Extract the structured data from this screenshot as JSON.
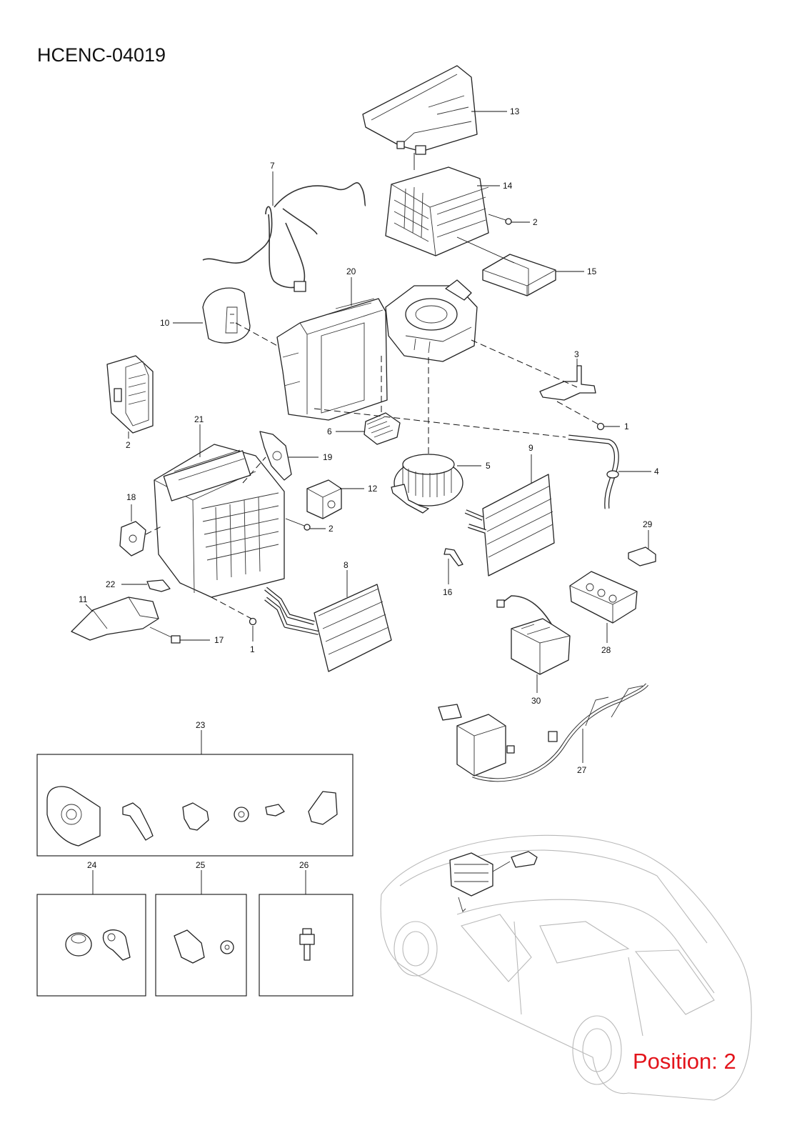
{
  "diagram_id": "HCENC-04019",
  "position_label": "Position: 2",
  "callouts": {
    "c1a": "1",
    "c1b": "1",
    "c2a": "2",
    "c2b": "2",
    "c2c": "2",
    "c3": "3",
    "c4": "4",
    "c5": "5",
    "c6": "6",
    "c7": "7",
    "c8": "8",
    "c9": "9",
    "c10": "10",
    "c11": "11",
    "c12": "12",
    "c13": "13",
    "c14": "14",
    "c15": "15",
    "c16": "16",
    "c17": "17",
    "c18": "18",
    "c19": "19",
    "c20": "20",
    "c21": "21",
    "c22": "22",
    "c23": "23",
    "c24": "24",
    "c25": "25",
    "c26": "26",
    "c27": "27",
    "c28": "28",
    "c29": "29",
    "c30": "30"
  },
  "icons": {
    "car": "vehicle-location-icon"
  }
}
